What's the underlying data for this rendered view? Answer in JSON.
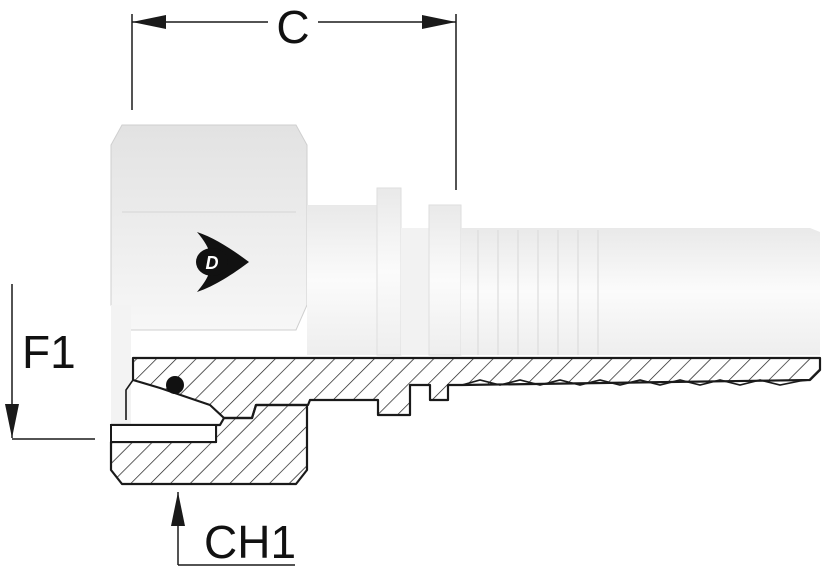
{
  "dimensions": {
    "c_label": "C",
    "f1_label": "F1",
    "ch1_label": "CH1"
  },
  "logo": {
    "icon": "dunlop-d-arrow-logo",
    "letter": "D"
  },
  "colors": {
    "line": "#1a1a1a",
    "body_light": "#f4f4f4",
    "body_mid": "#e6e6e6",
    "background": "#ffffff"
  }
}
